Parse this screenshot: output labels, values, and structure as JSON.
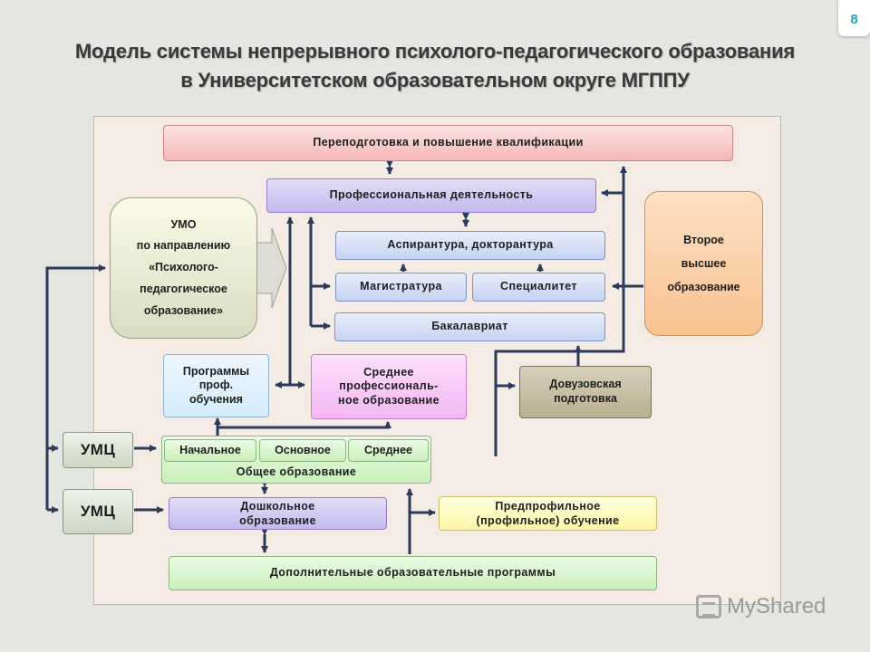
{
  "page_number": "8",
  "title_line1": "Модель системы непрерывного психолого-педагогического образования",
  "title_line2": "в Университетском образовательном округе МГППУ",
  "boxes": {
    "requal": "Переподготовка и повышение квалификации",
    "prof_activity": "Профессиональная деятельность",
    "aspirantura": "Аспирантура, докторантура",
    "magistratura": "Магистратура",
    "specialitet": "Специалитет",
    "bakalavriat": "Бакалавриат",
    "umo_l1": "УМО",
    "umo_l2": "по направлению",
    "umo_l3": "«Психолого-",
    "umo_l4": "педагогическое",
    "umo_l5": "образование»",
    "second_l1": "Второе",
    "second_l2": "высшее",
    "second_l3": "образование",
    "prog_l1": "Программы",
    "prog_l2": "проф.",
    "prog_l3": "обучения",
    "spo_l1": "Среднее",
    "spo_l2": "профессиональ-",
    "spo_l3": "ное образование",
    "dovuz_l1": "Довузовская",
    "dovuz_l2": "подготовка",
    "umc1": "УМЦ",
    "umc2": "УМЦ",
    "nachalnoe": "Начальное",
    "osnovnoe": "Основное",
    "srednee": "Среднее",
    "obshee": "Общее образование",
    "doshk_l1": "Дошкольное",
    "doshk_l2": "образование",
    "predprof_l1": "Предпрофильное",
    "predprof_l2": "(профильное) обучение",
    "dopoln": "Дополнительные образовательные программы"
  },
  "watermark": "MyShared",
  "colors": {
    "arrow": "#2b3a5a",
    "title": "#3a3a3a",
    "page_number": "#2a9db0"
  }
}
